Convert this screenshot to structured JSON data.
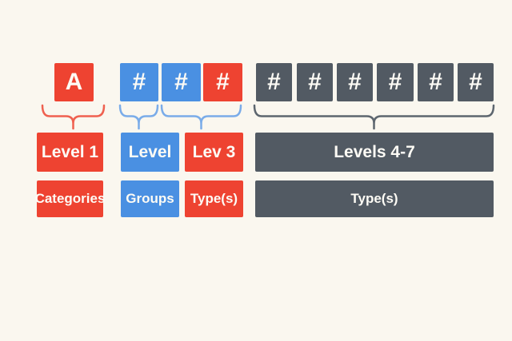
{
  "palette": {
    "red": "#ee4331",
    "blue": "#4a90e2",
    "dark_slate": "#525a63",
    "brace_red": "#ef6150",
    "brace_blue": "#7aace9",
    "brace_dark": "#5d666f",
    "background": "#faf7ef",
    "label_text": "#fdfbf5"
  },
  "columns": [
    {
      "color": "red",
      "level_label": "Level 1",
      "category_label": "Categories",
      "digits": [
        {
          "glyph": "A",
          "color": "red"
        }
      ]
    },
    {
      "color": "blue",
      "level_label": "Level",
      "category_label": "Groups",
      "digits": [
        {
          "glyph": "#",
          "color": "blue"
        }
      ]
    },
    {
      "color": "red",
      "level_label": "Lev 3",
      "category_label": "Type(s)",
      "digits": [
        {
          "glyph": "#",
          "color": "blue"
        },
        {
          "glyph": "#",
          "color": "red"
        }
      ]
    },
    {
      "color": "dark_slate",
      "level_label": "Levels 4-7",
      "category_label": "Type(s)",
      "digits": [
        {
          "glyph": "#",
          "color": "dark_slate"
        },
        {
          "glyph": "#",
          "color": "dark_slate"
        },
        {
          "glyph": "#",
          "color": "dark_slate"
        },
        {
          "glyph": "#",
          "color": "dark_slate"
        },
        {
          "glyph": "#",
          "color": "dark_slate"
        },
        {
          "glyph": "#",
          "color": "dark_slate"
        }
      ]
    }
  ]
}
